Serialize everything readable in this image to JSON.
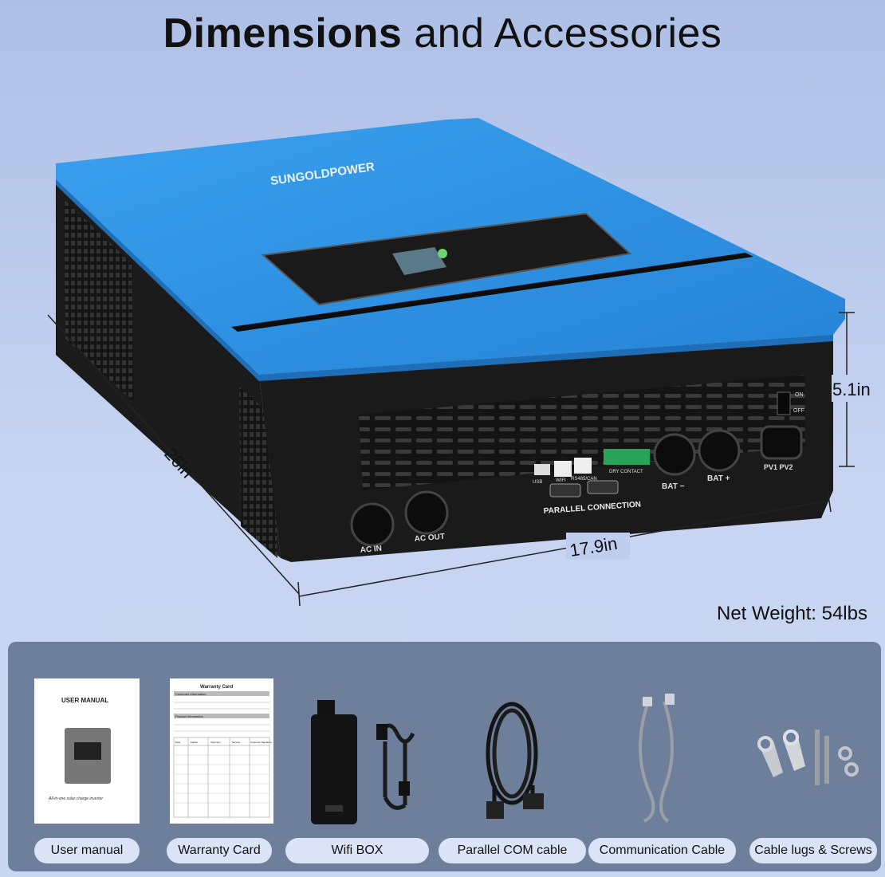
{
  "title": {
    "bold": "Dimensions",
    "light": "and Accessories"
  },
  "brand": "SUNGOLDPOWER",
  "dimensions": {
    "depth": "26in",
    "width": "17.9in",
    "height": "5.1in"
  },
  "weight": "Net Weight: 54lbs",
  "ports": {
    "ac_in": "AC IN",
    "ac_out": "AC OUT",
    "usb": "USB",
    "wifi": "WIFI",
    "rs485": "RS485/CAN",
    "dry_contact": "DRY CONTACT",
    "parallel": "PARALLEL CONNECTION",
    "bat_neg": "BAT −",
    "bat_pos": "BAT +",
    "pv": "PV1   PV2",
    "on": "ON",
    "off": "OFF"
  },
  "manual_cover": {
    "heading": "USER MANUAL",
    "subtitle": "All-in-one solar charge inverter"
  },
  "warranty_cover": {
    "heading": "Warranty Card",
    "section1": "Customer Information",
    "section2": "Product Information",
    "cols": [
      "Date",
      "Failure",
      "Summary",
      "Service",
      "Customer Signature"
    ]
  },
  "accessories": [
    {
      "label": "User manual"
    },
    {
      "label": "Warranty Card"
    },
    {
      "label": "Wifi  BOX"
    },
    {
      "label": "Parallel COM cable"
    },
    {
      "label": "Communication Cable"
    },
    {
      "label": "Cable lugs & Screws"
    }
  ],
  "colors": {
    "body_blue": "#2e8fe0",
    "chassis": "#1a1a1a",
    "panel_bg": "#6e7f9c",
    "pill_bg": "#dbe4f6"
  }
}
